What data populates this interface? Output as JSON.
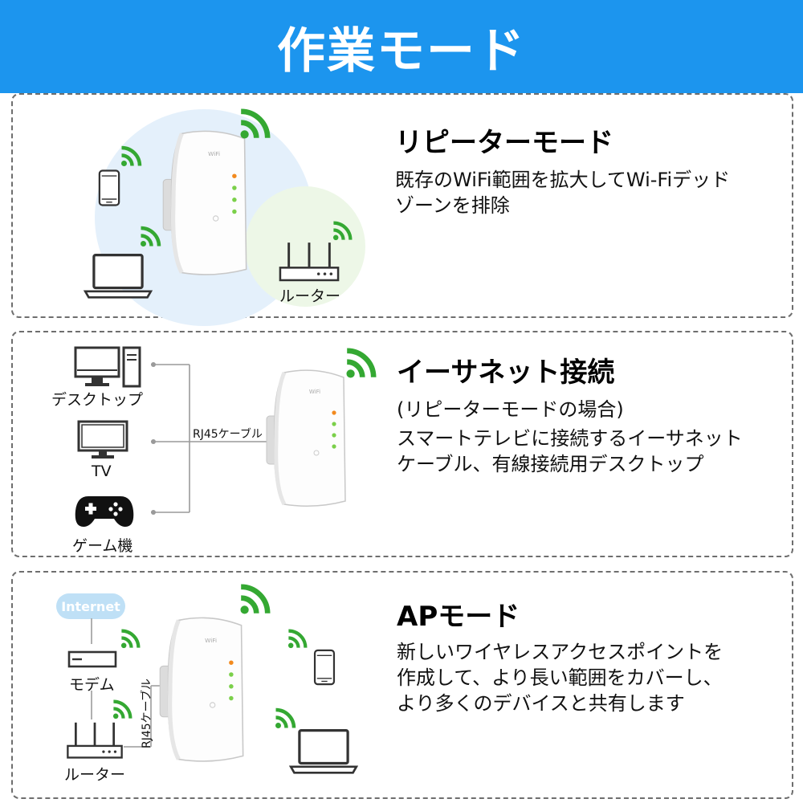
{
  "header": {
    "title": "作業モード"
  },
  "repeater_mode": {
    "title": "リピーターモード",
    "desc_lines": [
      "既存のWiFi範囲を拡大してWi-Fiデッド",
      "ゾーンを排除"
    ],
    "router_label": "ルーター"
  },
  "ethernet_mode": {
    "title": "イーサネット接続",
    "desc_lines": [
      "(リピーターモードの場合)",
      "スマートテレビに接続するイーサネット",
      "ケーブル、有線接続用デスクトップ"
    ],
    "desktop_label": "デスクトップ",
    "tv_label": "TV",
    "game_label": "ゲーム機",
    "cable_label": "RJ45ケーブル"
  },
  "ap_mode": {
    "title": "APモード",
    "desc_lines": [
      "新しいワイヤレスアクセスポイントを",
      "作成して、より長い範囲をカバーし、",
      "より多くのデバイスと共有します"
    ],
    "internet_label": "Internet",
    "modem_label": "モデム",
    "router_label": "ルーター",
    "cable_label": "RJ45ケーブル"
  },
  "colors": {
    "header_bg": "#1c95ee",
    "wifi_green": "#34a832",
    "led_orange": "#f28a1e",
    "led_green": "#7bd04a"
  }
}
